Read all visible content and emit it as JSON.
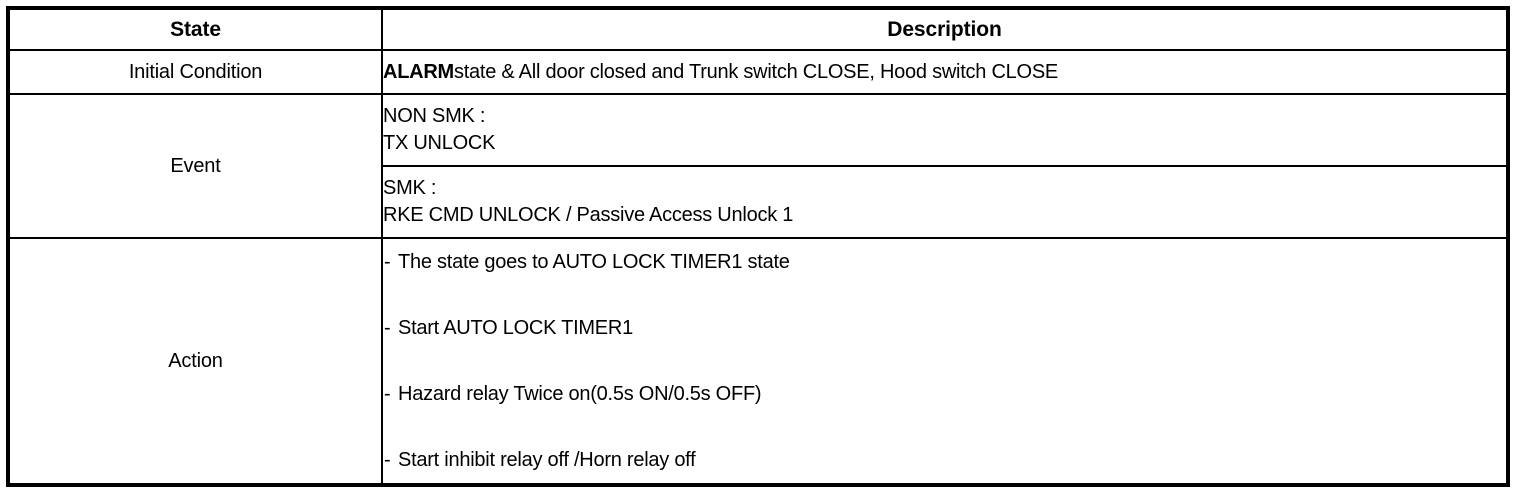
{
  "table": {
    "headers": {
      "state": "State",
      "description": "Description"
    },
    "rows": [
      {
        "label": "Initial Condition",
        "description_bold": "ALARM",
        "description_rest": "state & All door closed and Trunk switch CLOSE, Hood switch CLOSE"
      },
      {
        "label": "Event",
        "sub_rows": [
          {
            "line1": "NON SMK :",
            "line2": "TX UNLOCK"
          },
          {
            "line1": "SMK :",
            "line2": "RKE CMD UNLOCK / Passive Access Unlock 1"
          }
        ]
      },
      {
        "label": "Action",
        "bullet_marker": "-",
        "items": [
          "The state goes to AUTO LOCK TIMER1 state",
          "Start AUTO LOCK TIMER1",
          "Hazard relay Twice on(0.5s ON/0.5s OFF)",
          "Start inhibit relay off /Horn relay off"
        ]
      }
    ]
  }
}
